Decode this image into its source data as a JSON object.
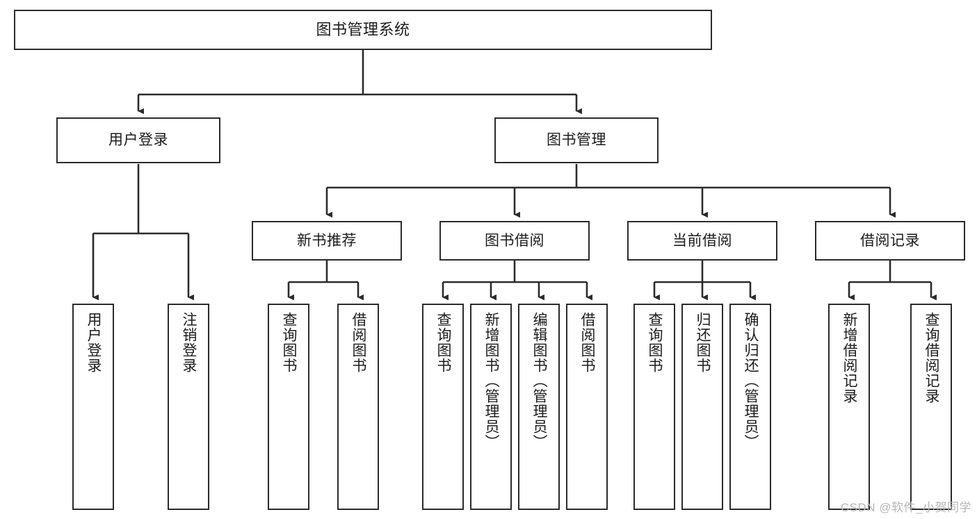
{
  "diagram": {
    "title": "图书管理系统",
    "type": "tree-hierarchy",
    "watermark": "CSDN @软件_小贺同学",
    "colors": {
      "stroke": "#2b2b2b",
      "fill": "#ffffff",
      "text": "#1c1c1c",
      "watermark": "#b6b6b6"
    },
    "levels": {
      "root": {
        "label": "图书管理系统"
      },
      "level2": [
        {
          "label": "用户登录"
        },
        {
          "label": "图书管理"
        }
      ],
      "level3": [
        {
          "label": "新书推荐"
        },
        {
          "label": "图书借阅"
        },
        {
          "label": "当前借阅"
        },
        {
          "label": "借阅记录"
        }
      ],
      "leaves": {
        "user_login": [
          {
            "label": "用户登录"
          },
          {
            "label": "注销登录"
          }
        ],
        "new_book_recommend": [
          {
            "label": "查询图书"
          },
          {
            "label": "借阅图书"
          }
        ],
        "book_borrow": [
          {
            "label": "查询图书"
          },
          {
            "label": "新增图书（管理员）"
          },
          {
            "label": "编辑图书（管理员）"
          },
          {
            "label": "借阅图书"
          }
        ],
        "current_borrow": [
          {
            "label": "查询图书"
          },
          {
            "label": "归还图书"
          },
          {
            "label": "确认归还（管理员）"
          }
        ],
        "borrow_record": [
          {
            "label": "新增借阅记录"
          },
          {
            "label": "查询借阅记录"
          }
        ]
      }
    }
  }
}
